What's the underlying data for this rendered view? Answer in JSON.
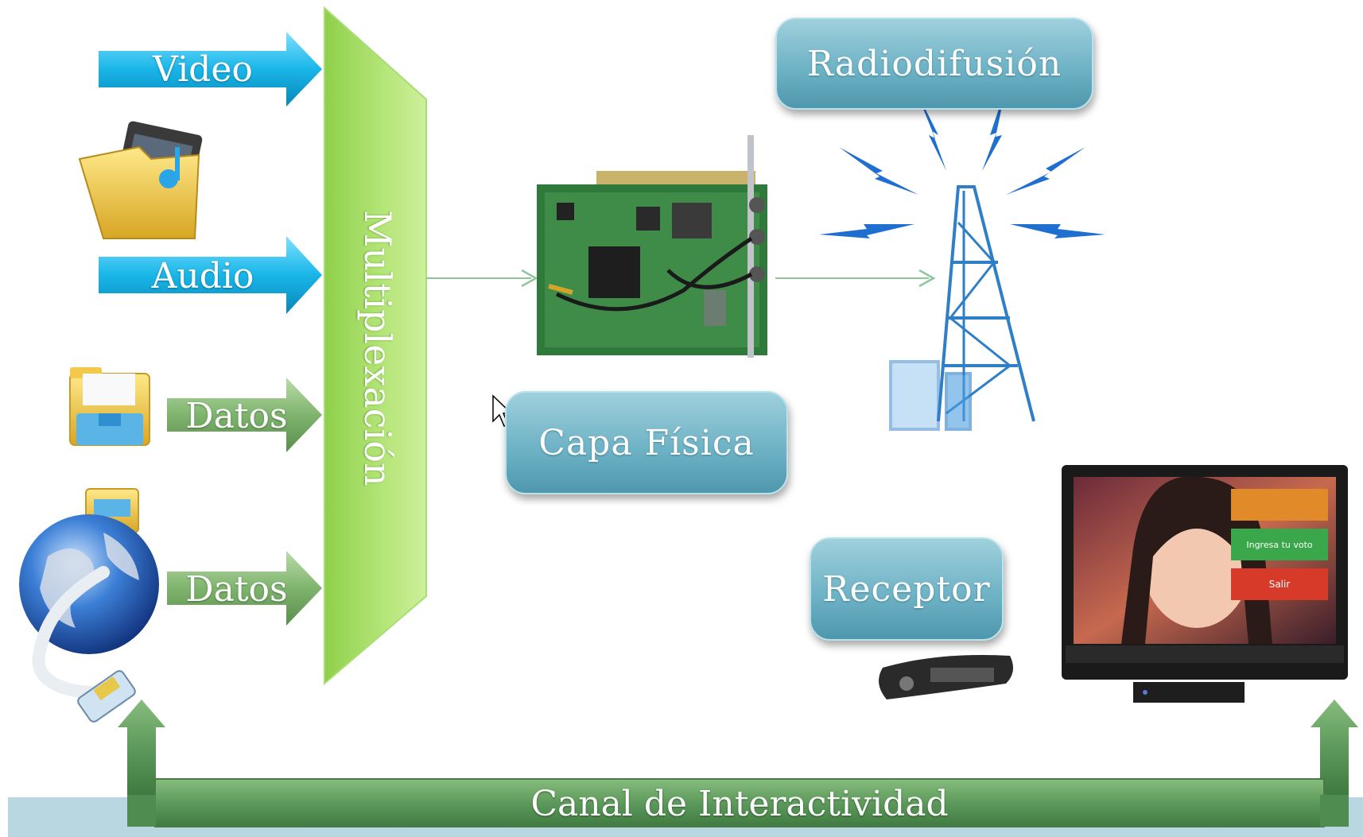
{
  "inputs": {
    "video": "Video",
    "audio": "Audio",
    "datos_1": "Datos",
    "datos_2": "Datos"
  },
  "mux_label": "Multiplexación",
  "boxes": {
    "radiodifusion": "Radiodifusión",
    "capa_fisica": "Capa Física",
    "receptor": "Receptor"
  },
  "bottom_label": "Canal de Interactividad",
  "tv_overlay": {
    "vote": "Ingresa tu voto",
    "exit": "Salir"
  },
  "colors": {
    "blue_arrow": "#19b6e8",
    "green_arrow": "#7fb46e",
    "mux": "#9ed85a",
    "box": "#6fb3c6",
    "channel": "#5e9a5c"
  }
}
